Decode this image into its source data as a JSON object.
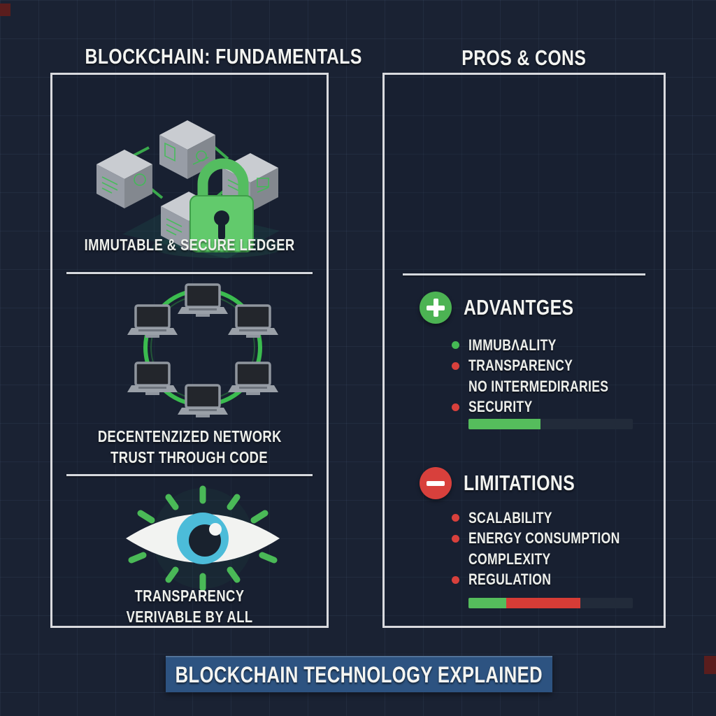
{
  "header": {
    "left_title": "BLOCKCHAIN: FUNDAMENTALS",
    "right_title": "PROS & CONS"
  },
  "fundamentals_panel": {
    "sections": [
      {
        "icon": "blockchain-cubes-lock-icon",
        "caption_lines": [
          "IMMUTABLE & SECURE LEDGER"
        ]
      },
      {
        "icon": "decentralized-network-icon",
        "caption_lines": [
          "DECENTENZIZED NETWORK",
          "TRUST THROUGH CODE"
        ]
      },
      {
        "icon": "transparency-eye-icon",
        "caption_lines": [
          "TRANSPARENCY",
          "VERIVABLE BY ALL"
        ]
      }
    ]
  },
  "pros_cons_panel": {
    "advantages": {
      "badge_icon": "plus-icon",
      "title": "ADVANTGES",
      "items": [
        {
          "label": "IMMUBΛALITY",
          "bullet_color": "#45b854"
        },
        {
          "label": "TRANSPARENCY",
          "bullet_color": "#d8403c"
        },
        {
          "label": "NO INTERMEDIRARIES",
          "bullet_color": null
        },
        {
          "label": "SECURITY",
          "bullet_color": "#d8403c"
        }
      ],
      "bar": {
        "track_color": "#222b3a",
        "segments": [
          {
            "width": "44%",
            "color": "#55bd5c"
          }
        ]
      }
    },
    "limitations": {
      "badge_icon": "minus-icon",
      "title": "LIMITATIONS",
      "items": [
        {
          "label": "SCALABILITY",
          "bullet_color": "#d8403c"
        },
        {
          "label": "ENERGY CONSUMPTION",
          "bullet_color": "#d8403c"
        },
        {
          "label": "COMPLEXITY",
          "bullet_color": null
        },
        {
          "label": "REGULATION",
          "bullet_color": "#d8403c"
        }
      ],
      "bar": {
        "track_color": "#222b3a",
        "segments": [
          {
            "width": "23%",
            "color": "#55bd5c"
          },
          {
            "width": "45%",
            "color": "#d63c36"
          }
        ]
      }
    }
  },
  "footer": {
    "banner_text": "BLOCKCHAIN TECHNOLOGY EXPLAINED",
    "banner_color": "#2d5381"
  },
  "theme": {
    "background": "#1a2233",
    "panel_border": "#d9dade",
    "text": "#f0f1ee",
    "green": "#4cb353",
    "red": "#d8403c",
    "accent_green_line": "#3dc551",
    "eye_iris": "#4cbcd9"
  }
}
